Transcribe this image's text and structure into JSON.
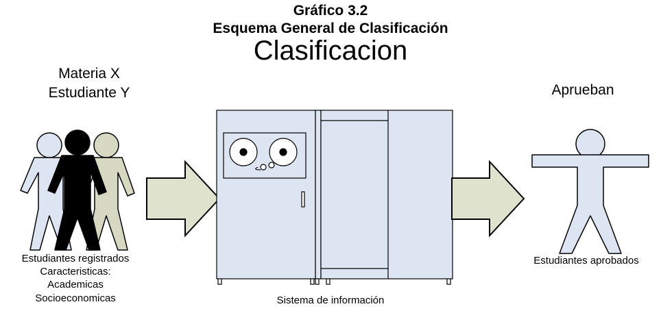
{
  "header": {
    "figure_number": "Gráfico 3.2",
    "figure_title": "Esquema General de Clasificación",
    "main_label": "Clasificacion"
  },
  "left_group": {
    "line1": "Materia X",
    "line2": "Estudiante Y",
    "caption": {
      "registered": "Estudiantes registrados",
      "characteristics": "Caracteristicas:",
      "academic": "Academicas",
      "socioeconomic": "Socioeconomicas"
    }
  },
  "system": {
    "caption": "Sistema de información"
  },
  "right_group": {
    "label": "Aprueban",
    "caption": "Estudiantes aprobados"
  },
  "colors": {
    "arrow_fill": "#dfe3cd",
    "machine_fill": "#dde4f2",
    "person_light": "#dde4f2",
    "person_dark": "#000000",
    "person_olive": "#d6d8c2"
  }
}
